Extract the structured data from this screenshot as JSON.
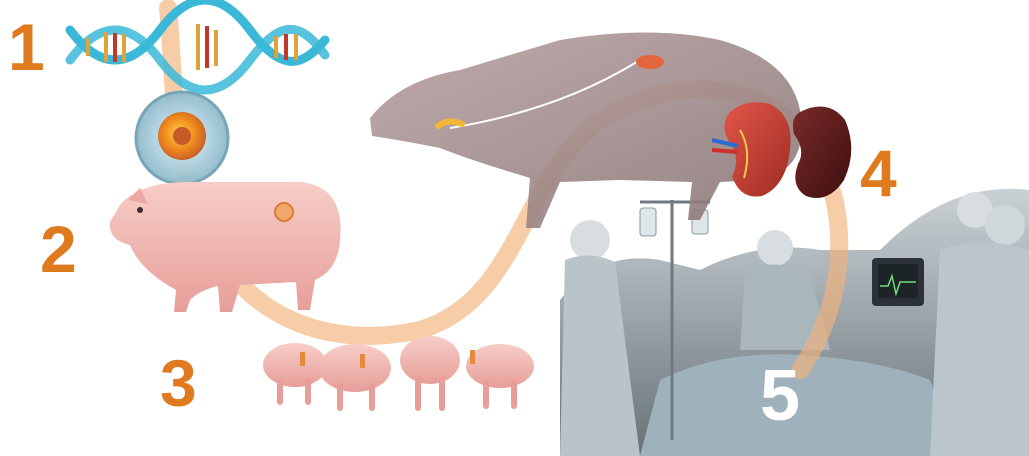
{
  "steps": {
    "one": "1",
    "two": "2",
    "three": "3",
    "four": "4",
    "five": "5"
  },
  "colors": {
    "accent_orange": "#e07a1f",
    "path_orange": "#f2b27a",
    "dna_blue": "#3bb8d8",
    "pig_pink": "#f3b8b4",
    "kidney_red": "#b43a2e",
    "kidney_dark": "#5a1a1a",
    "surgery_gray": "#8c9aa3"
  },
  "icons": [
    "dna-helix-icon",
    "cell-icon",
    "pig-icon",
    "piglets-icon",
    "pig-anatomy-icon",
    "kidney-icon",
    "surgeons-icon"
  ]
}
